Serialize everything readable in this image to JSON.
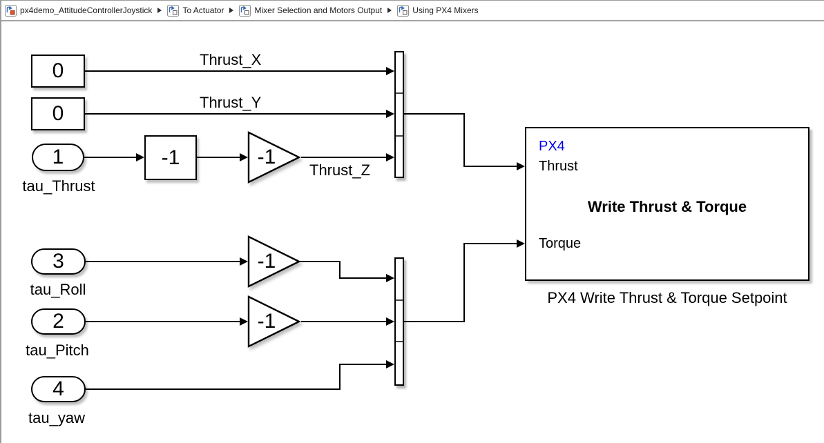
{
  "breadcrumb": {
    "items": [
      {
        "label": "px4demo_AttitudeControllerJoystick",
        "icon": "simulink-model-icon"
      },
      {
        "label": "To Actuator",
        "icon": "subsystem-icon"
      },
      {
        "label": "Mixer Selection and Motors Output",
        "icon": "subsystem-icon"
      },
      {
        "label": "Using PX4 Mixers",
        "icon": "subsystem-icon"
      }
    ]
  },
  "diagram": {
    "constants": [
      {
        "value": "0"
      },
      {
        "value": "0"
      }
    ],
    "inports": [
      {
        "value": "1",
        "label": "tau_Thrust"
      },
      {
        "value": "3",
        "label": "tau_Roll"
      },
      {
        "value": "2",
        "label": "tau_Pitch"
      },
      {
        "value": "4",
        "label": "tau_yaw"
      }
    ],
    "gains": {
      "square_gain": "-1",
      "thrust_gain": "-1",
      "roll_gain": "-1",
      "pitch_gain": "-1"
    },
    "signal_labels": {
      "x": "Thrust_X",
      "y": "Thrust_Y",
      "z": "Thrust_Z"
    },
    "subsystem": {
      "mask_label": "PX4",
      "mask_label_color": "#0000EE",
      "port_in_1": "Thrust",
      "port_in_2": "Torque",
      "title": "Write Thrust & Torque",
      "name": "PX4 Write Thrust & Torque Setpoint"
    }
  }
}
